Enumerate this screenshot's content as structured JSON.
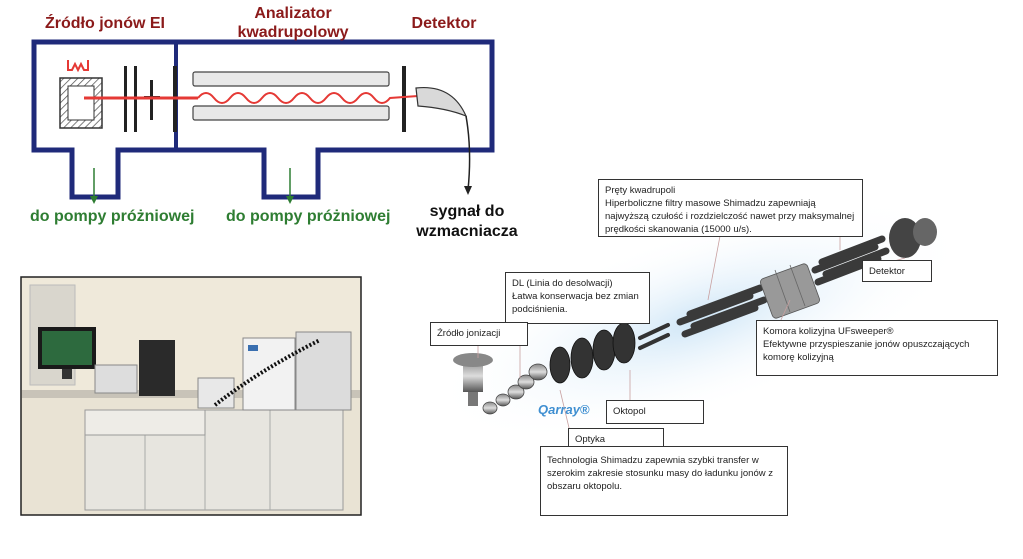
{
  "schematic": {
    "ion_source_label": "Źródło jonów EI",
    "analyzer_label_line1": "Analizator",
    "analyzer_label_line2": "kwadrupolowy",
    "detector_label": "Detektor",
    "pump_label_1": "do pompy próżniowej",
    "pump_label_2": "do pompy próżniowej",
    "signal_label_line1": "sygnał do",
    "signal_label_line2": "wzmacniacza"
  },
  "callouts": {
    "rods_title": "Pręty kwadrupoli",
    "rods_text": "Hiperboliczne filtry masowe Shimadzu zapewniają najwyższą czułość i rozdzielczość nawet przy maksymalnej prędkości skanowania (15000 u/s).",
    "dl_title": "DL (Linia do desolwacji)",
    "dl_text": "Łatwa konserwacja bez zmian podciśnienia.",
    "source": "Źródło jonizacji",
    "detector": "Detektor",
    "collision_title": "Komora kolizyjna UFsweeper®",
    "collision_text": "Efektywne przyspieszanie jonów opuszczających komorę kolizyjną",
    "octopole": "Oktopol",
    "optics": "Optyka",
    "optics_text": "Technologia Shimadzu zapewnia szybki transfer w szerokim zakresie stosunku masy do ładunku jonów z obszaru oktopolu.",
    "qarray": "Qarray®"
  },
  "colors": {
    "chamber": "#1f2a7a",
    "header_text": "#8b1a1a",
    "pump_text": "#2e7d32",
    "ion_beam": "#e53935",
    "qarray": "#3f8fd1"
  }
}
